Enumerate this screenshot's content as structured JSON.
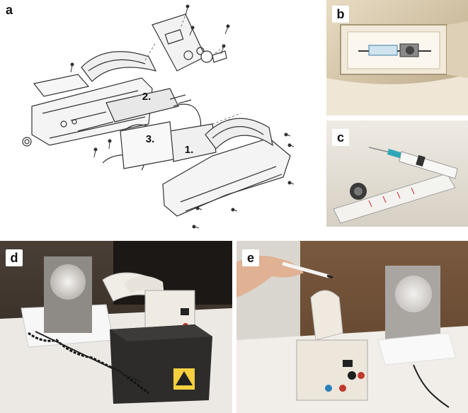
{
  "panels": {
    "a": {
      "label": "a",
      "parts": [
        "1.",
        "2.",
        "3."
      ]
    },
    "b": {
      "label": "b"
    },
    "c": {
      "label": "c"
    },
    "d": {
      "label": "d"
    },
    "e": {
      "label": "e"
    }
  }
}
